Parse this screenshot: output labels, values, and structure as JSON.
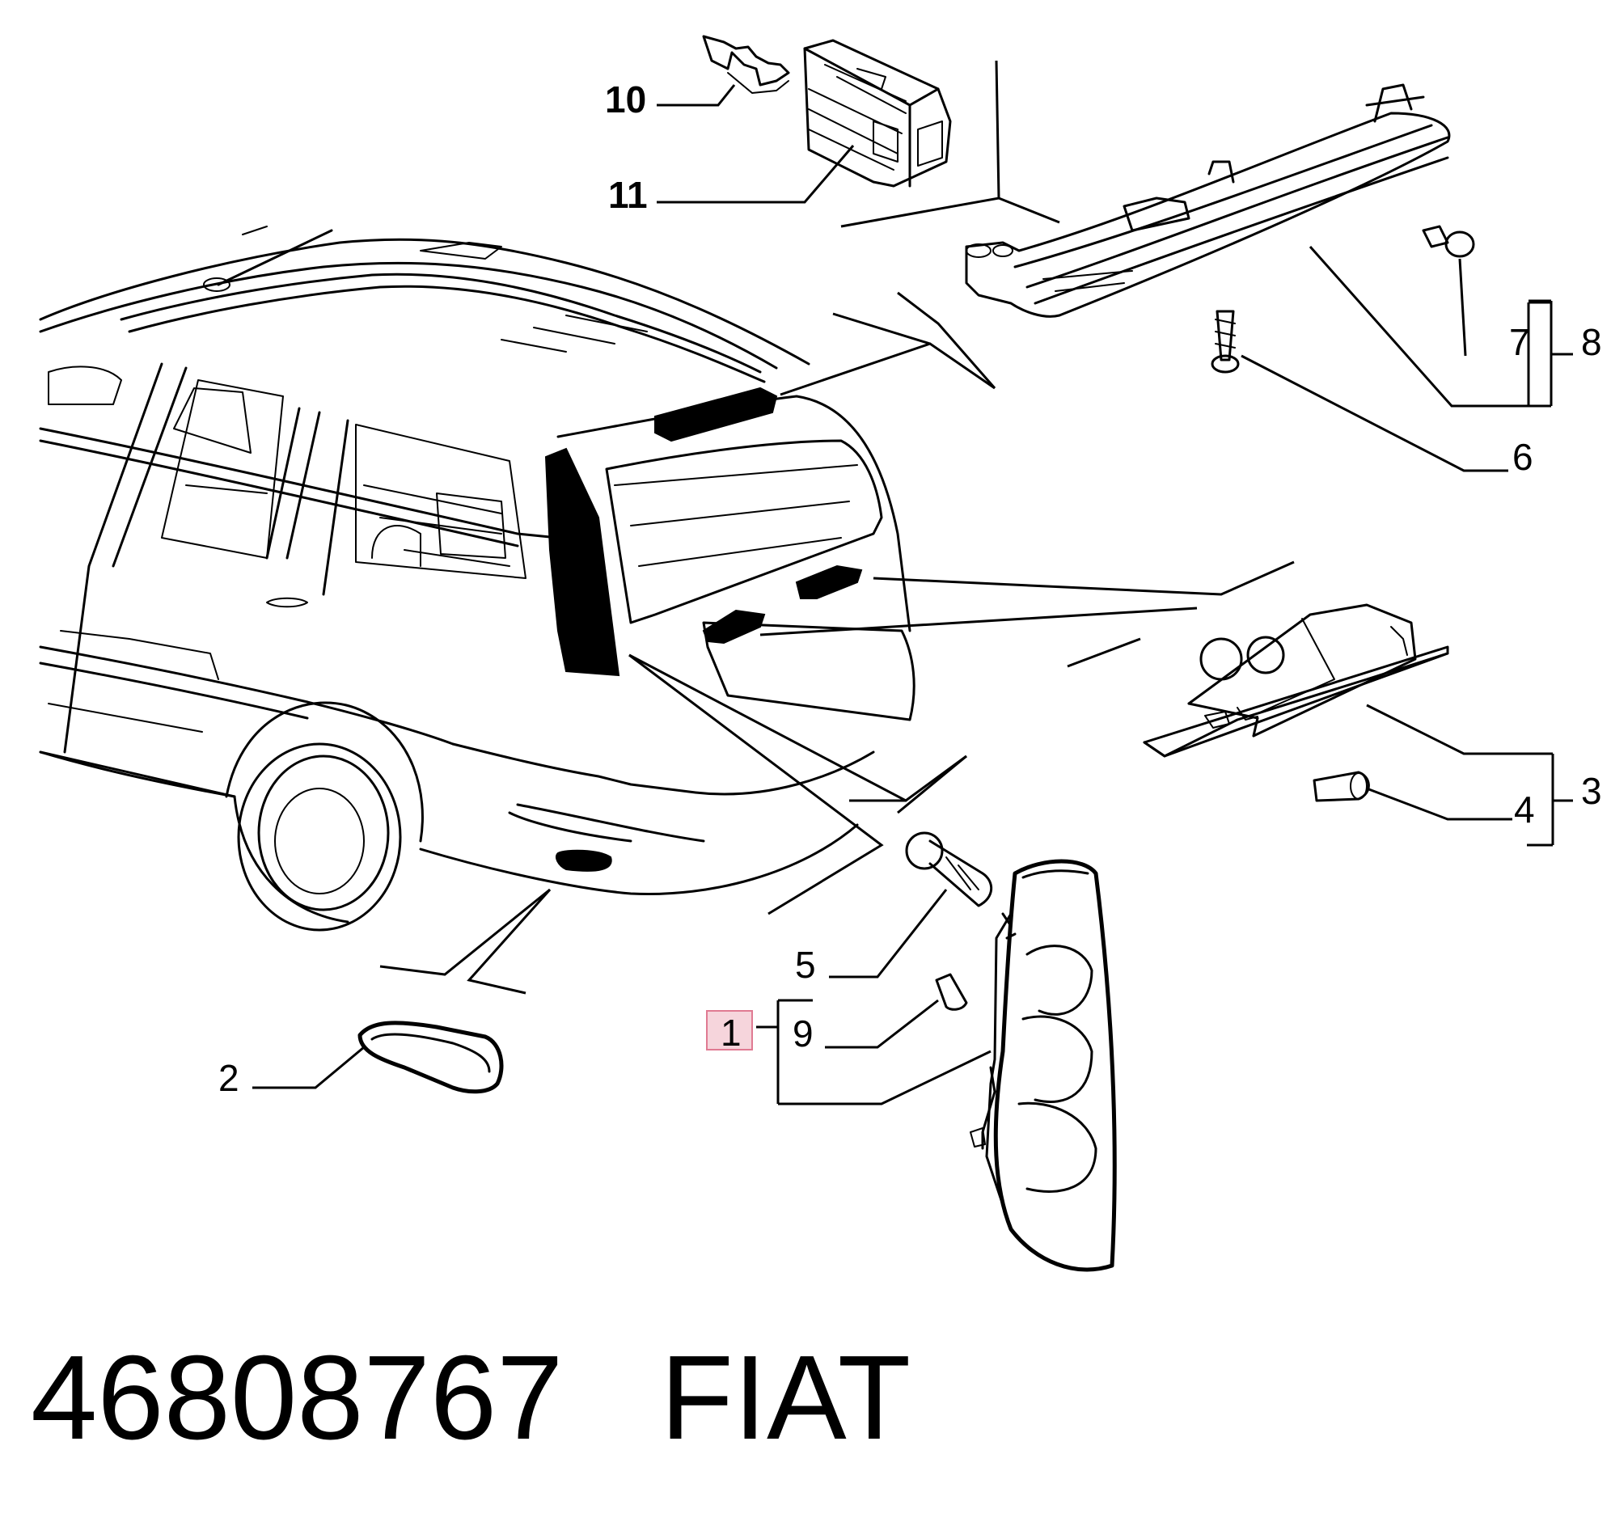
{
  "diagram": {
    "callouts": {
      "c1": "1",
      "c2": "2",
      "c3": "3",
      "c4": "4",
      "c5": "5",
      "c6": "6",
      "c7": "7",
      "c8": "8",
      "c9": "9",
      "c10": "10",
      "c11": "11"
    },
    "highlighted_callout": "1",
    "highlight_color": "#f6d5dc"
  },
  "footer": {
    "part_number": "46808767",
    "brand": "FIAT"
  }
}
